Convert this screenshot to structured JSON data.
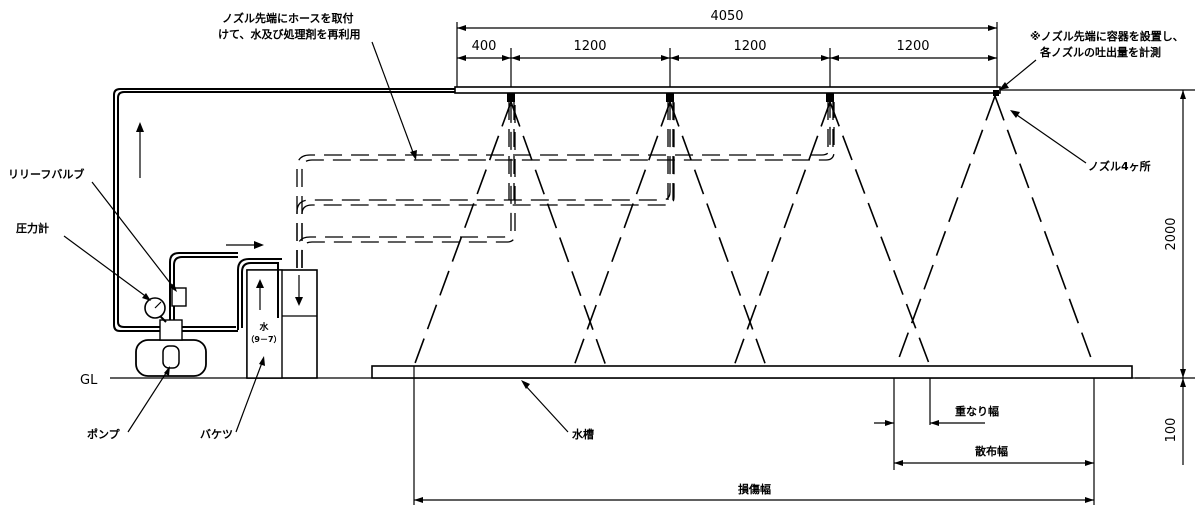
{
  "labels": {
    "hose_note_line1": "ノズル先端にホースを取付",
    "hose_note_line2": "けて、水及び処理剤を再利用",
    "container_note_line1": "※ノズル先端に容器を設置し、",
    "container_note_line2": "各ノズルの吐出量を計測",
    "nozzles": "ノズル4ヶ所",
    "relief_valve": "リリーフバルブ",
    "pressure_gauge": "圧力計",
    "gl": "GL",
    "pump": "ポンプ",
    "bucket": "バケツ",
    "water_tank": "水槽",
    "overlap_width": "重なり幅",
    "spray_width": "散布幅",
    "total_width": "損傷幅",
    "bucket_content_line1": "水",
    "bucket_content_line2": "（9－7）"
  },
  "dimensions": {
    "total": "4050",
    "first": "400",
    "seg1": "1200",
    "seg2": "1200",
    "seg3": "1200",
    "height": "2000",
    "depth": "100"
  }
}
